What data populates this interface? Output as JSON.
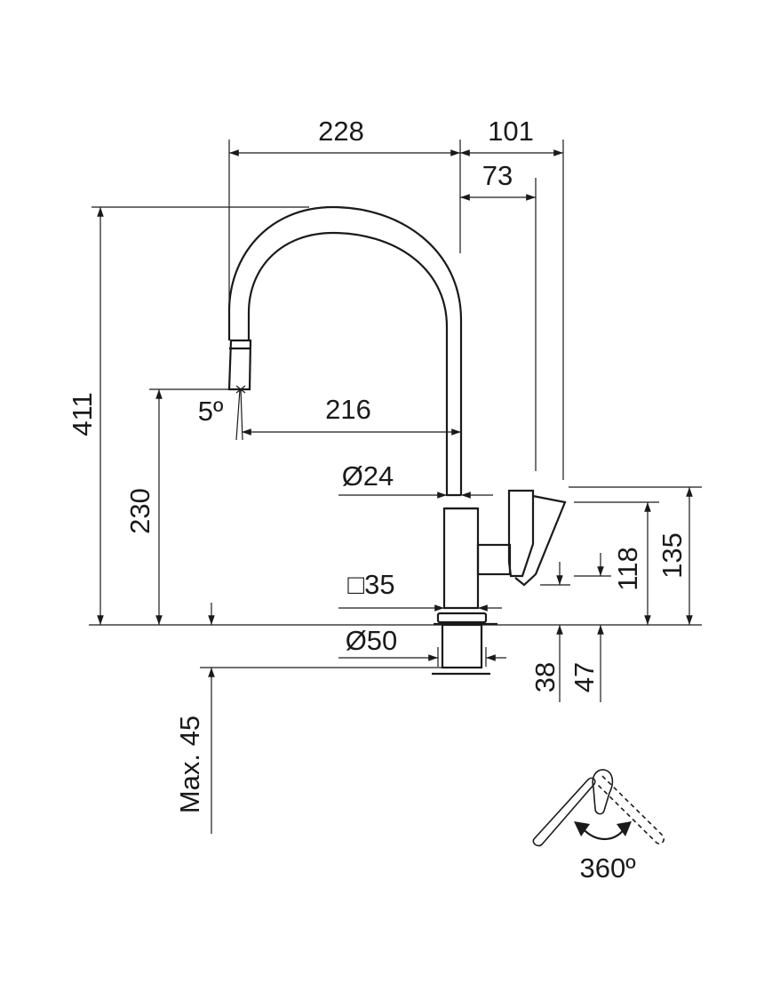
{
  "diagram": {
    "dimensions": {
      "spout_reach": "228",
      "lever_offset_total": "101",
      "lever_offset": "73",
      "total_height": "411",
      "spout_height": "230",
      "angle": "5º",
      "outlet_reach": "216",
      "body_diameter": "Ø24",
      "base_square": "□35",
      "base_diameter": "Ø50",
      "lever_height_total": "135",
      "lever_height": "118",
      "lever_depth_a": "38",
      "lever_depth_b": "47",
      "max_deck_thickness": "Max. 45"
    },
    "rotation": {
      "label": "360º"
    }
  }
}
